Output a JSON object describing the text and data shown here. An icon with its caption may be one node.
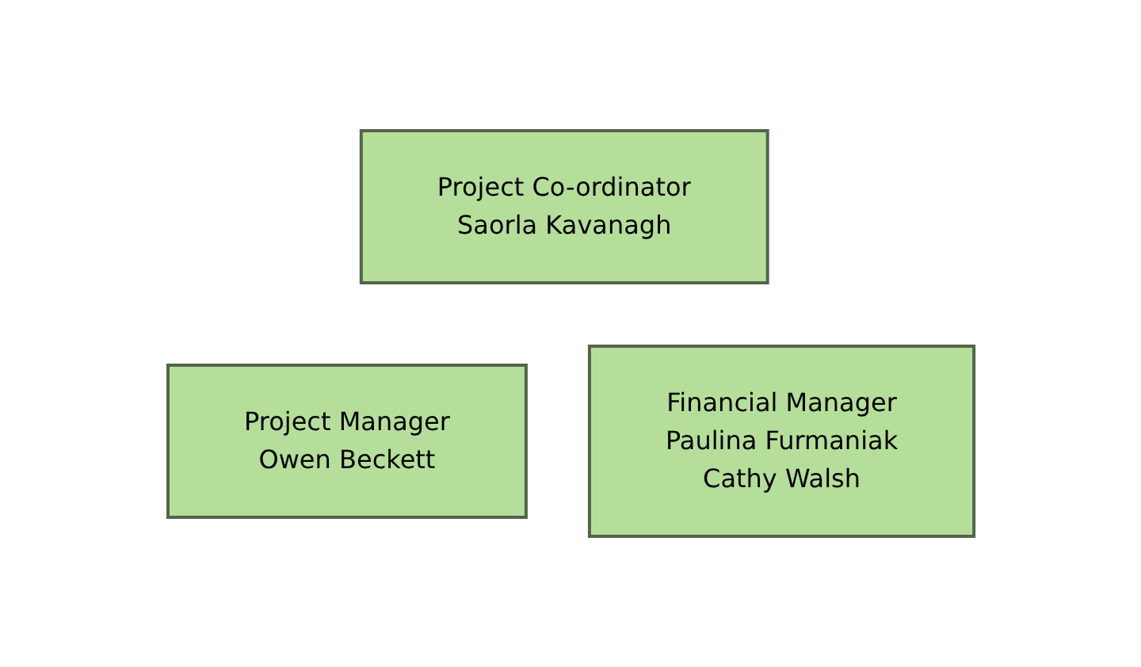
{
  "diagram": {
    "nodes": [
      {
        "text": [
          "Project Co-ordinator",
          "Saorla Kavanagh"
        ]
      },
      {
        "text": [
          "Project Manager",
          "Owen Beckett"
        ]
      },
      {
        "text": [
          "Financial Manager",
          "Paulina Furmaniak",
          "Cathy Walsh"
        ]
      }
    ]
  }
}
